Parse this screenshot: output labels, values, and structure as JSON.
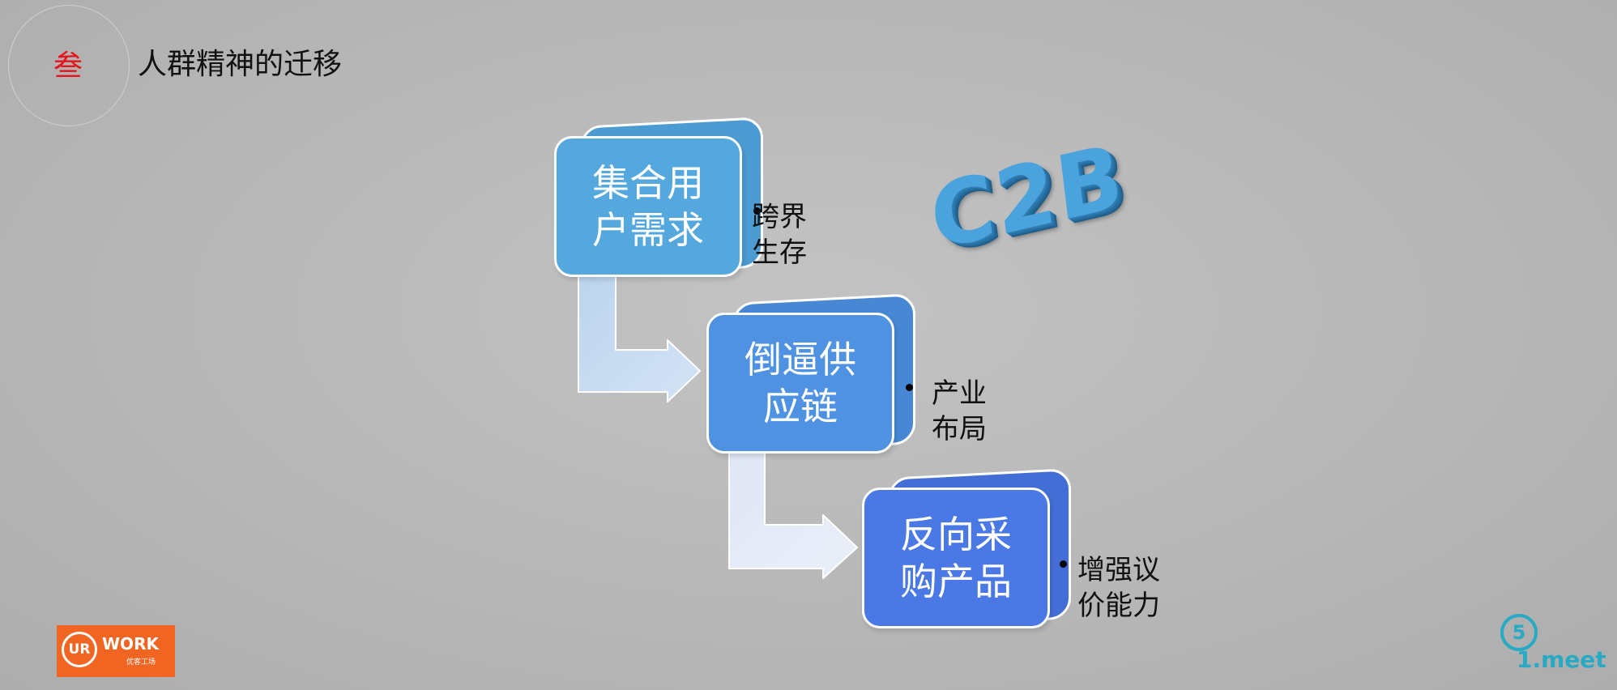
{
  "header": {
    "section_number": "叁",
    "title": "人群精神的迁移"
  },
  "diagram": {
    "headline": "C2B",
    "steps": [
      {
        "label": "集合用户需求",
        "note": "跨界生存",
        "color": "#55a8de"
      },
      {
        "label": "倒逼供应链",
        "note": "产业布局",
        "color": "#4f92e2"
      },
      {
        "label": "反向采购产品",
        "note": "增强议价能力",
        "color": "#4a78e4"
      }
    ]
  },
  "logos": {
    "left_mark": "UR",
    "left_word": "WORK",
    "left_sub": "优客工场",
    "right_mark": "5",
    "right_word": "1.meet"
  }
}
